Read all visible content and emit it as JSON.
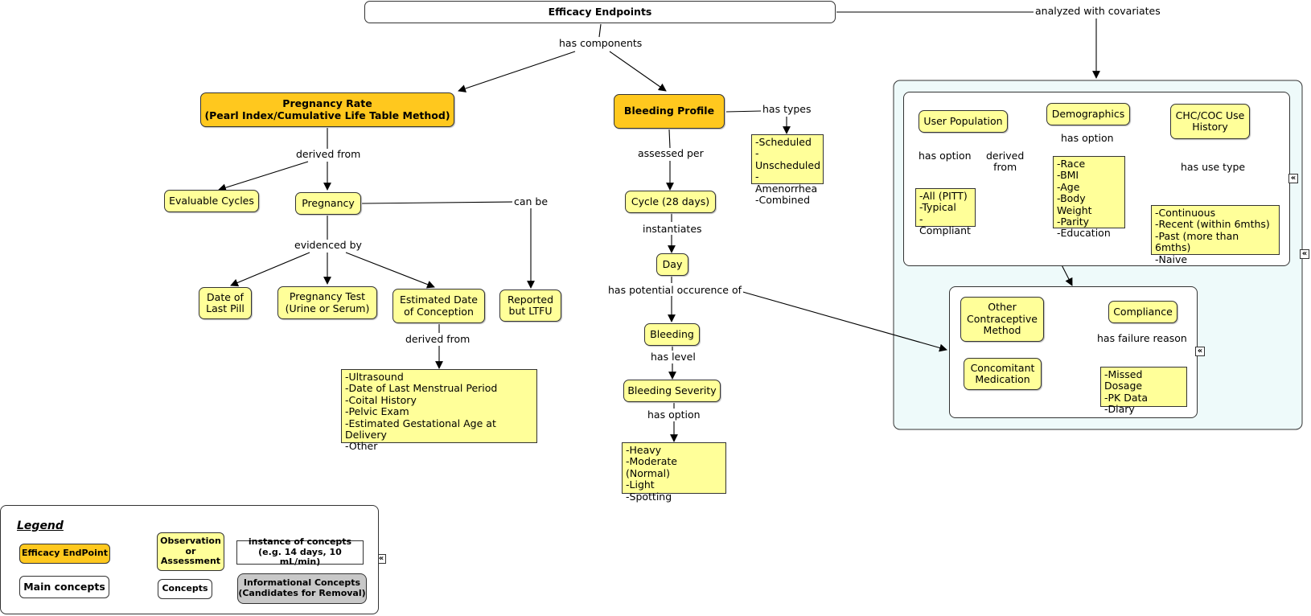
{
  "diagram": {
    "root": "Efficacy Endpoints",
    "pregnancy_rate": "Pregnancy Rate\n(Pearl Index/Cumulative Life Table Method)",
    "bleeding_profile": "Bleeding Profile",
    "bleeding_types": "-Scheduled\n-Unscheduled\n-Amenorrhea\n-Combined",
    "evaluable_cycles": "Evaluable Cycles",
    "pregnancy": "Pregnancy",
    "date_last_pill": "Date of\nLast Pill",
    "pregnancy_test": "Pregnancy Test\n(Urine or Serum)",
    "estimated_conception": "Estimated Date\nof Conception",
    "reported_ltfu": "Reported\nbut LTFU",
    "conception_sources": "-Ultrasound\n-Date of Last Menstrual Period\n-Coital History\n-Pelvic Exam\n-Estimated Gestational Age at Delivery\n-Other",
    "cycle": "Cycle (28 days)",
    "day": "Day",
    "bleeding": "Bleeding",
    "bleeding_severity": "Bleeding Severity",
    "severity_options": "-Heavy\n-Moderate (Normal)\n-Light\n-Spotting",
    "user_population": "User Population",
    "population_options": "-All (PITT)\n-Typical\n-Compliant",
    "demographics": "Demographics",
    "demographics_options": "-Race\n-BMI\n-Age\n-Body Weight\n-Parity\n-Education",
    "chc_history": "CHC/COC Use\nHistory",
    "use_types": "-Continuous\n-Recent (within  6mths)\n-Past (more than 6mths)\n-Naive",
    "other_contraceptive": "Other\nContraceptive\nMethod",
    "compliance": "Compliance",
    "concomitant": "Concomitant\nMedication",
    "failure_reasons": "-Missed Dosage\n-PK Data\n-Diary"
  },
  "links": {
    "has_components": "has components",
    "analyzed_with_covariates": "analyzed with covariates",
    "derived_from_1": "derived from",
    "can_be": "can be",
    "evidenced_by": "evidenced by",
    "derived_from_2": "derived from",
    "has_types": "has types",
    "assessed_per": "assessed per",
    "instantiates": "instantiates",
    "has_potential_occurence": "has potential occurence of",
    "has_level": "has level",
    "has_option_1": "has option",
    "has_option_2": "has option",
    "derived_from_3": "derived\nfrom",
    "has_option_3": "has option",
    "has_use_type": "has use type",
    "has_failure_reason": "has failure reason"
  },
  "legend": {
    "title": "Legend",
    "efficacy_endpoint": "Efficacy EndPoint",
    "main_concepts": "Main concepts",
    "observation": "Observation\nor\nAssessment",
    "concepts": "Concepts",
    "instance": "instance of concepts\n(e.g. 14 days, 10 mL/min)",
    "informational": "Informational Concepts\n(Candidates for Removal)"
  },
  "colors": {
    "endpoint": "#ffc81e",
    "concept": "#ffff99",
    "group_fill": "#eefafa",
    "informational": "#c8c8c8"
  },
  "icons": [
    "expand-icon"
  ]
}
